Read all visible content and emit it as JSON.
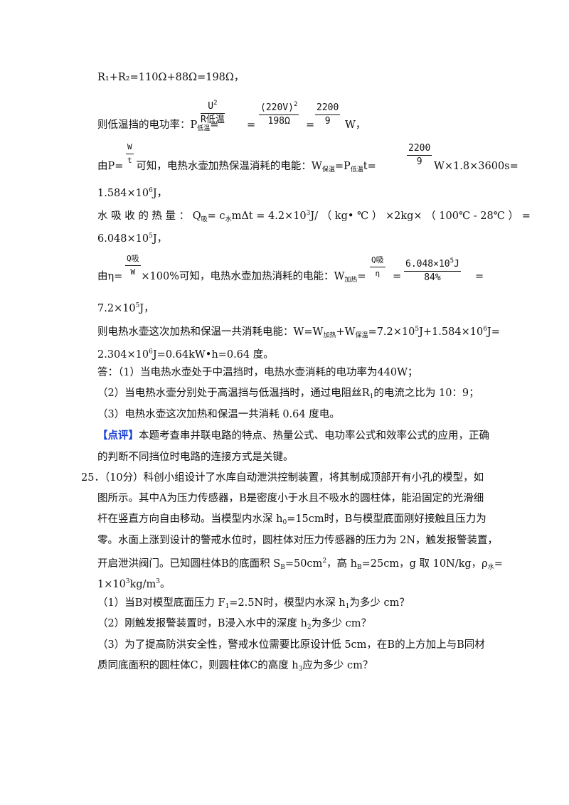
{
  "lines": {
    "l1": "R₁+R₂=110Ω+88Ω=198Ω，",
    "l2_prefix": "则低温挡的电功率：P",
    "l2_sub": "低温",
    "l2_eq": "=",
    "l2_eq2": "=",
    "l2_eq3": "=",
    "l2_tail": "W，",
    "f1_num": "U",
    "f1_den": "R低温",
    "f2_num": "(220V)",
    "f2_den": "198Ω",
    "f3_num": "2200",
    "f3_den": "9",
    "l3_prefix": "由P=",
    "l3_mid": "可知，电热水壶加热保温消耗的电能：W",
    "l3_sub1": "保温",
    "l3_mid2": "=P",
    "l3_sub2": "低温",
    "l3_mid3": "t=",
    "l3_tail": "W×1.8×3600s=",
    "f4_num": "W",
    "f4_den": "t",
    "f5_num": "2200",
    "f5_den": "9",
    "l4": "1.584×10",
    "l4_sup": "6",
    "l4_tail": "J，",
    "l5_a": "水 吸 收 的 热 量 ： Q",
    "l5_sub1": "吸",
    "l5_b": "= c",
    "l5_sub2": "水",
    "l5_c": "mΔt = 4.2×10",
    "l5_sup": "3",
    "l5_d": "J/ （ kg• ℃ ） ×2kg× （ 100℃ - 28℃ ） =",
    "l6": "6.048×10",
    "l6_sup": "5",
    "l6_tail": "J，",
    "l7_prefix": "由η=",
    "l7_mid": "×100%可知，电热水壶加热消耗的电能：W",
    "l7_sub": "加热",
    "l7_eq": "=",
    "l7_eq2": "=",
    "l7_eq3": "=",
    "f6_num": "Q吸",
    "f6_den": "W",
    "f7_num": "Q吸",
    "f7_den": "η",
    "f8_num": "6.048×10",
    "f8_sup": "5",
    "f8_num_tail": "J",
    "f8_den": "84%",
    "l8": "7.2×10",
    "l8_sup": "5",
    "l8_tail": "J，",
    "l9_a": "则电热水壶这次加热和保温一共消耗电能：W=W",
    "l9_sub1": "加热",
    "l9_b": "+W",
    "l9_sub2": "保温",
    "l9_c": "=7.2×10",
    "l9_sup1": "5",
    "l9_d": "J+1.584×10",
    "l9_sup2": "6",
    "l9_e": "J=",
    "l10_a": "2.304×10",
    "l10_sup": "6",
    "l10_b": "J=0.64kW•h=0.64 度。",
    "ans1": "答：（1）当电热水壶处于中温挡时，电热水壶消耗的电功率为440W；",
    "ans2_a": "（2）当电热水壶分别处于高温挡与低温挡时，通过电阻丝R",
    "ans2_sub": "1",
    "ans2_b": "的电流之比为 10：9；",
    "ans3": "（3）电热水壶这次加热和保温一共消耗 0.64 度电。",
    "review_tag": "【点评】",
    "review_a": "本题考查串并联电路的特点、热量公式、电功率公式和效率公式的应用，正确",
    "review_b": "的判断不同挡位时电路的连接方式是关键。",
    "q25_a": "25．（10分）科创小组设计了水库自动泄洪控制装置，将其制成顶部开有小孔的模型，如",
    "q25_b": "图所示。其中A为压力传感器，B是密度小于水且不吸水的圆柱体，能沿固定的光滑细",
    "q25_c1": "杆在竖直方向自由移动。当模型内水深 h",
    "q25_c_sub": "0",
    "q25_c2": "=15cm时，B与模型底面刚好接触且压力为",
    "q25_d": "零。水面上涨到设计的警戒水位时，圆柱体对压力传感器的压力为 2N，触发报警装置，",
    "q25_e1": "开启泄洪阀门。已知圆柱体B的底面积 S",
    "q25_e_sub1": "B",
    "q25_e2": "=50cm",
    "q25_e_sup": "2",
    "q25_e3": "，高 h",
    "q25_e_sub2": "B",
    "q25_e4": "=25cm，g 取 10N/kg，ρ",
    "q25_e_sub3": "水",
    "q25_e5": "=",
    "q25_f1": "1×10",
    "q25_f_sup1": "3",
    "q25_f2": "kg/m",
    "q25_f_sup2": "3",
    "q25_f3": "。",
    "s1_a": "（1）当B对模型底面压力 F",
    "s1_sub1": "1",
    "s1_b": "=2.5N时，模型内水深 h",
    "s1_sub2": "1",
    "s1_c": "为多少 cm？",
    "s2_a": "（2）刚触发报警装置时，B浸入水中的深度 h",
    "s2_sub": "2",
    "s2_b": "为多少 cm？",
    "s3_a": "（3）为了提高防洪安全性，警戒水位需要比原设计低 5cm，在B的上方加上与B同材",
    "s3_b1": "质同底面积的圆柱体C，则圆柱体C的高度 h",
    "s3_sub": "3",
    "s3_b2": "应为多少 cm？"
  },
  "colors": {
    "review_tag": "#1a3fd1",
    "text": "#111111"
  }
}
